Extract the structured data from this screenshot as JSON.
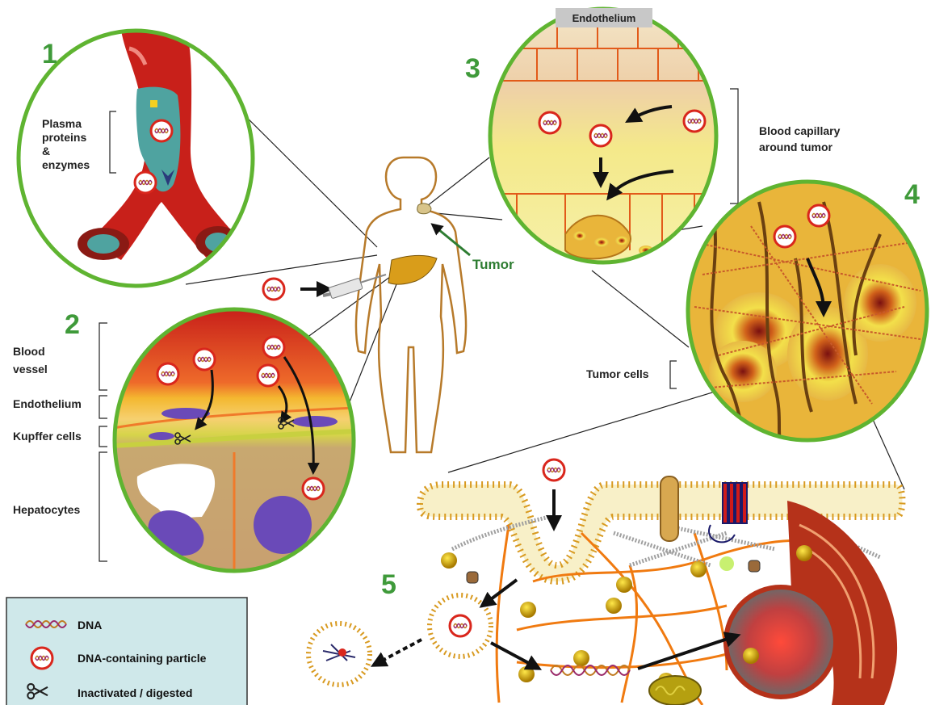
{
  "panels": {
    "p1": {
      "number": "1",
      "label_lines": [
        "Plasma",
        "proteins",
        "&",
        "enzymes"
      ]
    },
    "p2": {
      "number": "2",
      "labels": {
        "blood_vessel_lines": [
          "Blood",
          "vessel"
        ],
        "endothelium": "Endothelium",
        "kupffer": "Kupffer cells",
        "hepatocytes": "Hepatocytes"
      }
    },
    "p3": {
      "number": "3",
      "endothelium_tag": "Endothelium",
      "label_lines": [
        "Blood capillary",
        "around tumor"
      ]
    },
    "p4": {
      "number": "4",
      "label": "Tumor cells"
    },
    "p5": {
      "number": "5"
    }
  },
  "body": {
    "tumor_label": "Tumor"
  },
  "legend": {
    "items": [
      {
        "icon": "dna-icon",
        "label": "DNA"
      },
      {
        "icon": "dna-particle-icon",
        "label": "DNA-containing particle"
      },
      {
        "icon": "scissors-icon",
        "label": "Inactivated / digested"
      }
    ]
  },
  "colors": {
    "panel_border": "#5fb431",
    "panel_number": "#3f9a3a",
    "vessel_red": "#c8201a",
    "tumor_gold": "#e9b53a",
    "legend_bg": "#cfe8ea",
    "particle_ring": "#d9261c"
  }
}
